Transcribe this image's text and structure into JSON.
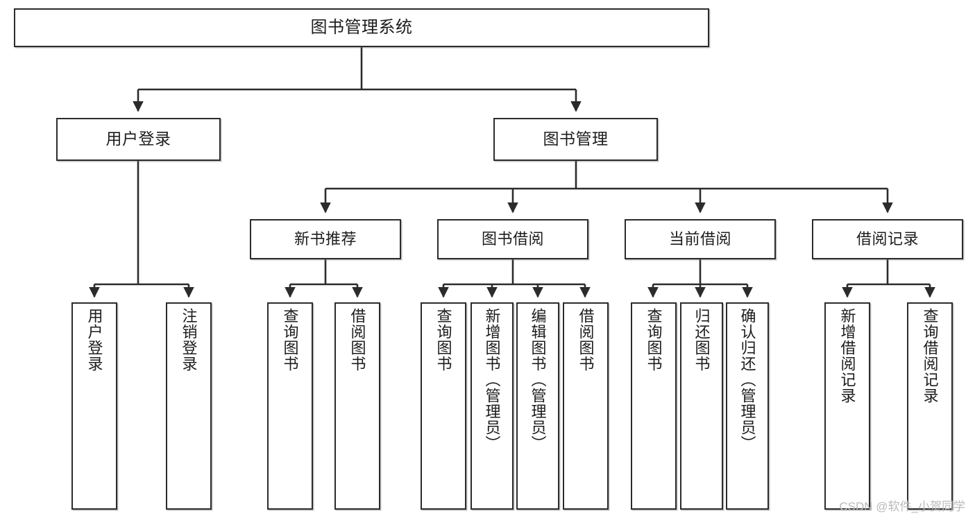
{
  "diagram": {
    "title": "图书管理系统",
    "watermark": "CSDN @软件_小贺同学",
    "line_color": "#2b2b2b",
    "box_border_color": "#2b2b2b",
    "background_color": "#ffffff",
    "nodes": {
      "root": {
        "label": "图书管理系统"
      },
      "level2": [
        {
          "label": "用户登录"
        },
        {
          "label": "图书管理"
        }
      ],
      "level3": [
        {
          "label": "新书推荐"
        },
        {
          "label": "图书借阅"
        },
        {
          "label": "当前借阅"
        },
        {
          "label": "借阅记录"
        }
      ],
      "leaves": {
        "user_login": [
          {
            "label": "用户登录"
          },
          {
            "label": "注销登录"
          }
        ],
        "new_book_recommend": [
          {
            "label": "查询图书"
          },
          {
            "label": "借阅图书"
          }
        ],
        "book_borrow": [
          {
            "label": "查询图书"
          },
          {
            "label": "新增图书（管理员）"
          },
          {
            "label": "编辑图书（管理员）"
          },
          {
            "label": "借阅图书"
          }
        ],
        "current_borrow": [
          {
            "label": "查询图书"
          },
          {
            "label": "归还图书"
          },
          {
            "label": "确认归还（管理员）"
          }
        ],
        "borrow_record": [
          {
            "label": "新增借阅记录"
          },
          {
            "label": "查询借阅记录"
          }
        ]
      }
    }
  }
}
